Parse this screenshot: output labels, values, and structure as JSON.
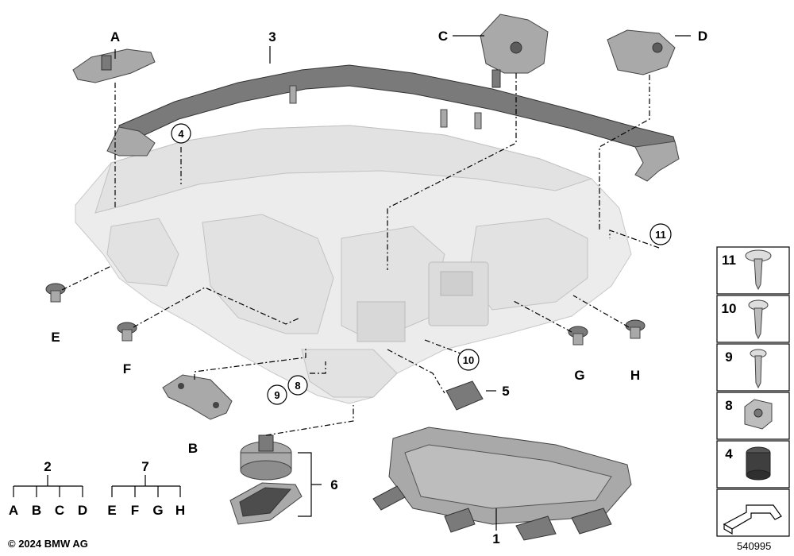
{
  "callouts": {
    "a": "A",
    "b": "B",
    "c": "C",
    "d": "D",
    "e": "E",
    "f": "F",
    "g": "G",
    "h": "H",
    "n1": "1",
    "n2": "2",
    "n3": "3",
    "n4": "4",
    "n5": "5",
    "n6": "6",
    "n7": "7",
    "n8": "8",
    "n9": "9",
    "n10": "10",
    "n11": "11"
  },
  "tree_2": {
    "root": "2",
    "leaves": [
      "A",
      "B",
      "C",
      "D"
    ]
  },
  "tree_7": {
    "root": "7",
    "leaves": [
      "E",
      "F",
      "G",
      "H"
    ]
  },
  "side_panel": {
    "items": [
      {
        "number": "11",
        "part": "screw-flat-head"
      },
      {
        "number": "10",
        "part": "screw-washer"
      },
      {
        "number": "9",
        "part": "screw-tapping"
      },
      {
        "number": "8",
        "part": "clip-nut"
      },
      {
        "number": "4",
        "part": "grommet-nut"
      }
    ],
    "last_icon": "arrow-icon"
  },
  "footer": {
    "copyright": "© 2024 BMW AG",
    "diagram_number": "540995"
  },
  "colors": {
    "line": "#000000",
    "ghost": "#ececec",
    "part": "#7a7a7a"
  }
}
